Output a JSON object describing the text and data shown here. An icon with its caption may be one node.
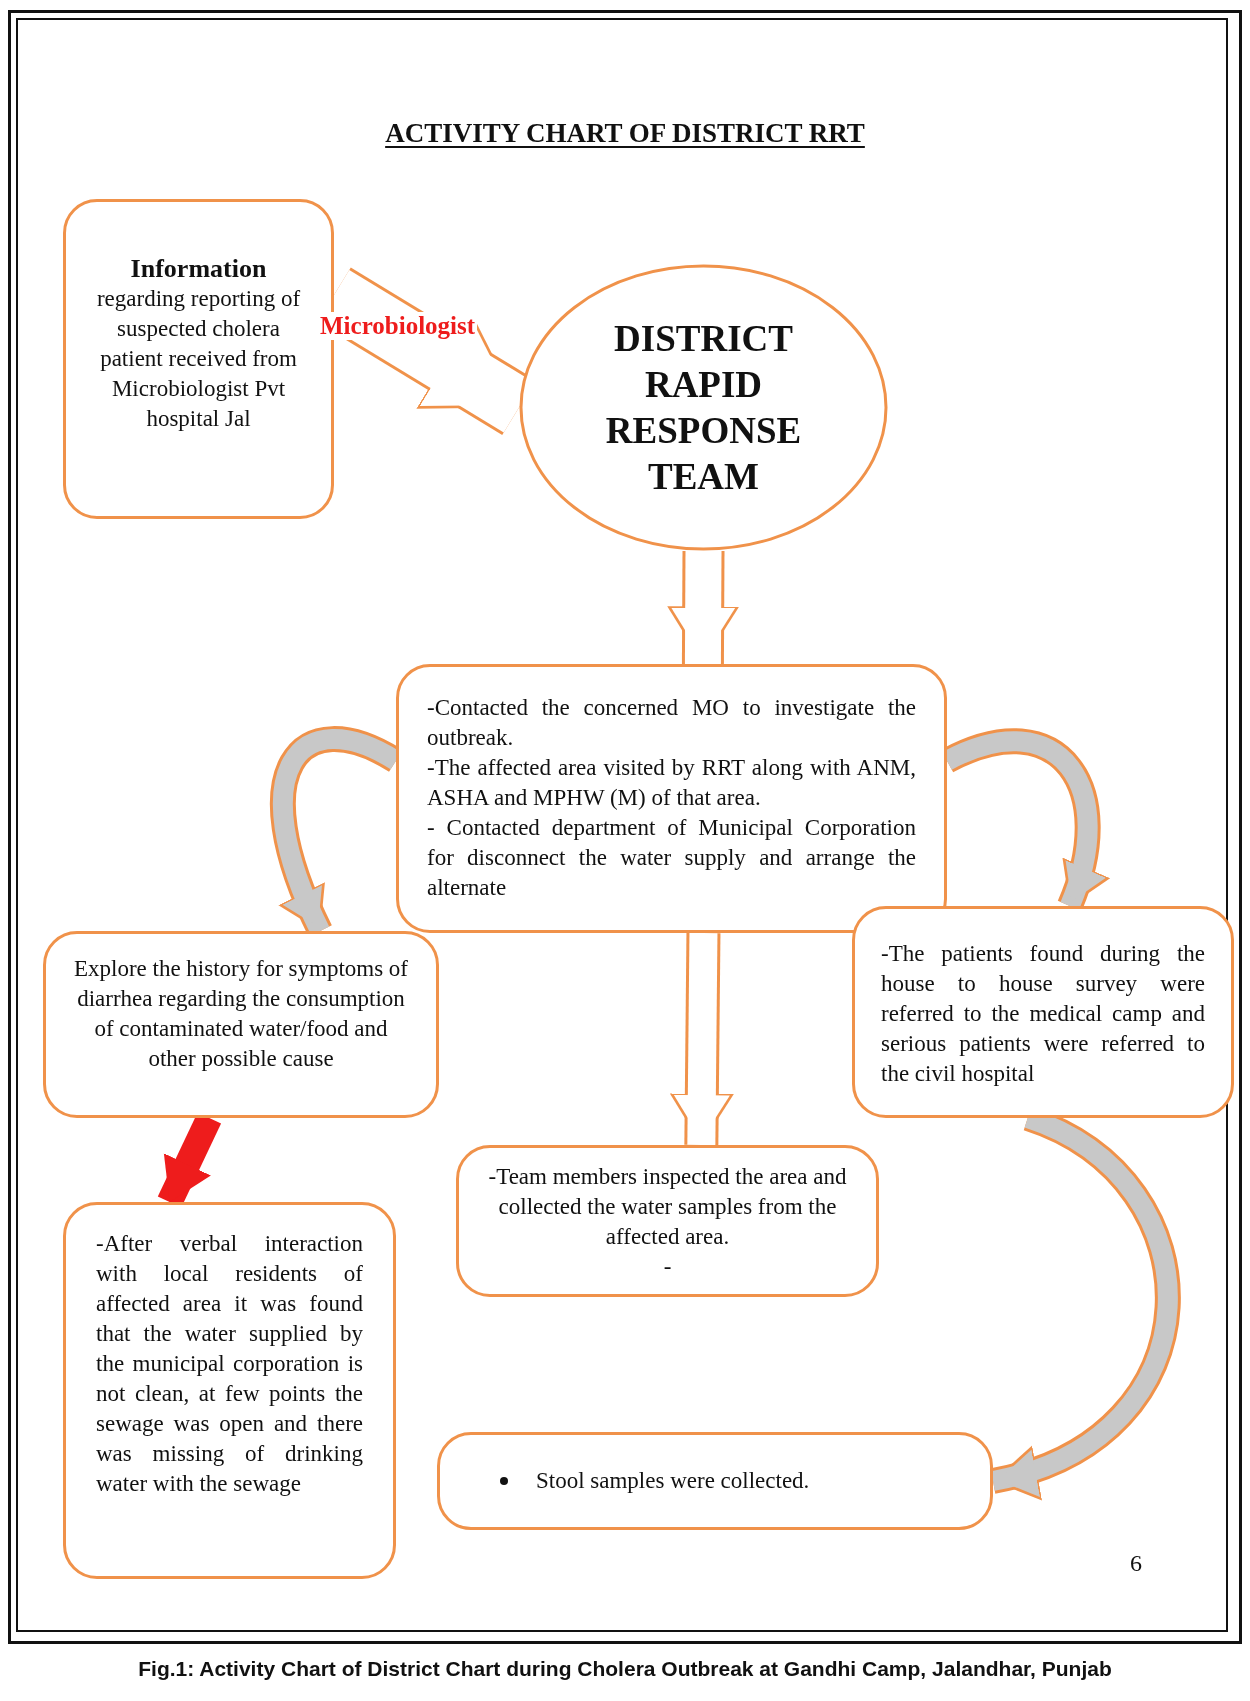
{
  "diagram": {
    "title": "ACTIVITY CHART OF DISTRICT RRT",
    "caption": "Fig.1: Activity Chart of District Chart during Cholera Outbreak at Gandhi Camp, Jalandhar, Punjab",
    "nodes": [
      {
        "text": [
          "Information",
          "regarding reporting of suspected cholera patient received from Microbiologist Pvt hospital Jal"
        ]
      },
      {
        "text": [
          "DISTRICT RAPID RESPONSE TEAM"
        ]
      },
      {
        "text": [
          "-Contacted the concerned MO to investigate the outbreak.",
          "-The affected area visited by RRT along with ANM, ASHA and MPHW (M) of that area.",
          "- Contacted department of Municipal Corporation for disconnect the water supply and arrange the alternate"
        ]
      },
      {
        "text": [
          "Explore the history for symptoms of diarrhea regarding the consumption of contaminated water/food and other possible cause"
        ]
      },
      {
        "text": [
          "-The patients found during the house to house survey were referred to the medical camp and serious patients were referred to the civil hospital"
        ]
      },
      {
        "text": [
          "-Team members inspected the area and collected the water samples from the affected area.",
          "-"
        ]
      },
      {
        "text": [
          "-After verbal interaction with local residents of affected area it was found that the water supplied by the municipal corporation is not clean, at few points the sewage was open and there was missing of drinking water with the sewage"
        ]
      },
      {
        "text": [
          "Stool samples were collected."
        ]
      }
    ],
    "edges": [
      {
        "from": 0,
        "to": 1,
        "arrow": "to",
        "label": "Microbiologist",
        "style": "thick"
      },
      {
        "from": 1,
        "to": 2,
        "arrow": "to"
      },
      {
        "from": 2,
        "to": 3,
        "arrow": "to"
      },
      {
        "from": 2,
        "to": 4,
        "arrow": "to"
      },
      {
        "from": 2,
        "to": 5,
        "arrow": "to"
      },
      {
        "from": 3,
        "to": 6,
        "arrow": "to",
        "color": "#ee1c1c"
      },
      {
        "from": 4,
        "to": 7,
        "arrow": "to"
      }
    ],
    "labels": [
      "6"
    ]
  }
}
